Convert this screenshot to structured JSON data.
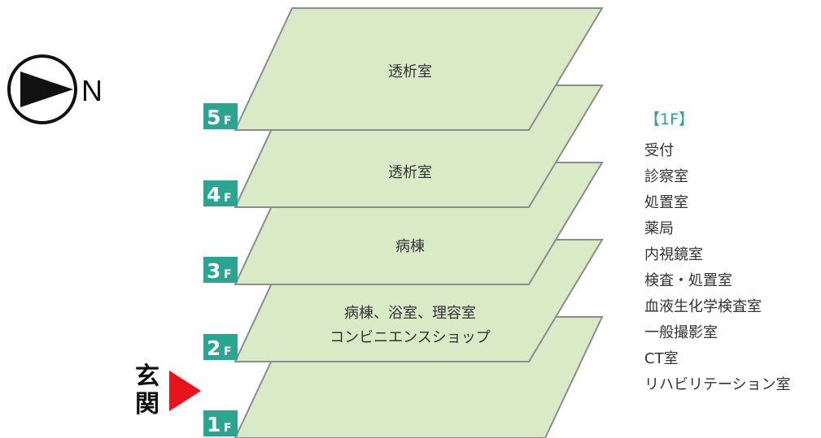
{
  "compass": {
    "letter": "N"
  },
  "entrance": {
    "char1": "玄",
    "char2": "関"
  },
  "floors": [
    {
      "label": "5",
      "suffix": "F",
      "line1": "透析室",
      "line2": ""
    },
    {
      "label": "4",
      "suffix": "F",
      "line1": "透析室",
      "line2": ""
    },
    {
      "label": "3",
      "suffix": "F",
      "line1": "病棟",
      "line2": ""
    },
    {
      "label": "2",
      "suffix": "F",
      "line1": "病棟、浴室、理容室",
      "line2": "コンビニエンスショップ"
    },
    {
      "label": "1",
      "suffix": "F",
      "line1": "",
      "line2": ""
    }
  ],
  "first_floor_list": {
    "title": "【1F】",
    "items": [
      "受付",
      "診察室",
      "処置室",
      "薬局",
      "内視鏡室",
      "検査・処置室",
      "血液生化学検査室",
      "一般撮影室",
      "CT室",
      "リハビリテーション室"
    ]
  },
  "colors": {
    "floor_fill": "#d8eac6",
    "floor_stroke": "#8c8c8c",
    "badge": "#2aa58f",
    "arrow": "#e8141b",
    "heading": "#2aa58f"
  }
}
